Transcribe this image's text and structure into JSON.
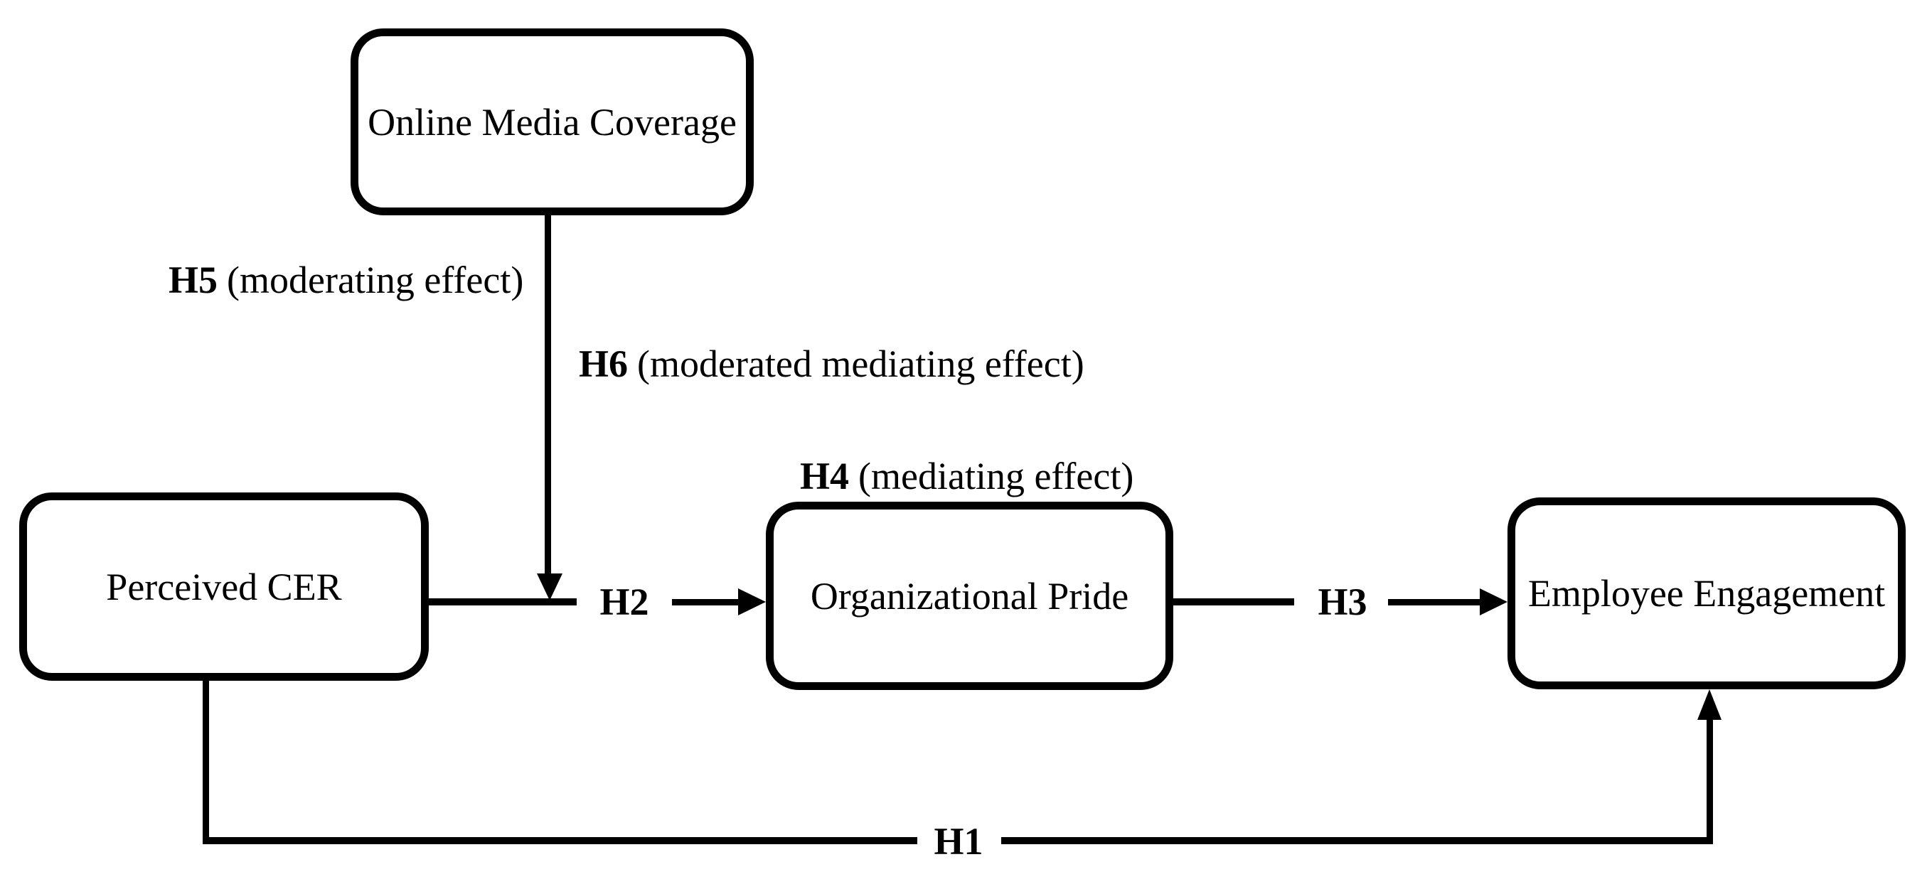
{
  "colors": {
    "ink": "#000000",
    "background": "#ffffff"
  },
  "nodes": {
    "online_media_coverage": {
      "label": "Online Media Coverage"
    },
    "perceived_cer": {
      "label": "Perceived CER"
    },
    "organizational_pride": {
      "label": "Organizational Pride"
    },
    "employee_engagement": {
      "label": "Employee Engagement"
    }
  },
  "hypotheses": {
    "h1": {
      "code": "H1",
      "note": ""
    },
    "h2": {
      "code": "H2",
      "note": ""
    },
    "h3": {
      "code": "H3",
      "note": ""
    },
    "h4": {
      "code": "H4",
      "note": "(mediating effect)"
    },
    "h5": {
      "code": "H5",
      "note": "(moderating effect)"
    },
    "h6": {
      "code": "H6",
      "note": "(moderated mediating effect)"
    }
  }
}
